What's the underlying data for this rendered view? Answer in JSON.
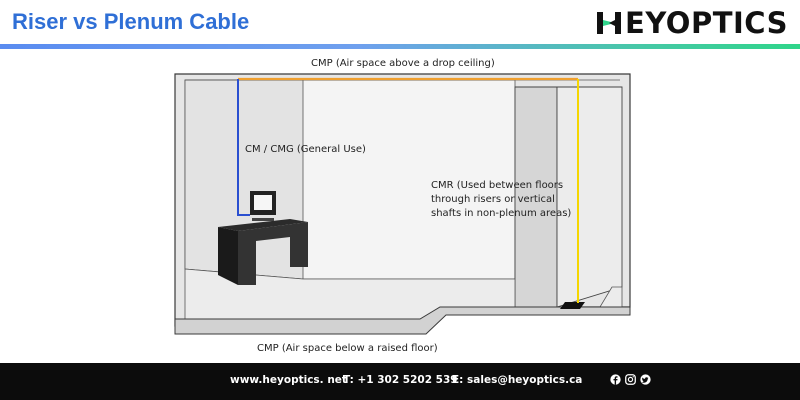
{
  "header": {
    "title": "Riser vs Plenum Cable",
    "logo_text": "EYOPTICS",
    "logo_alt": "HEYOPTICS"
  },
  "diagram": {
    "label_top": "CMP (Air space above a drop ceiling)",
    "label_cm": "CM / CMG (General Use)",
    "label_cmr": [
      "CMR (Used between floors",
      "through risers or vertical",
      "shafts in non-plenum areas)"
    ],
    "label_bottom": "CMP (Air space below a raised floor)",
    "colors": {
      "cmp_cable": "#f0a030",
      "cm_cable": "#2a4fd0",
      "cmr_cable": "#f5d600"
    }
  },
  "footer": {
    "website": "www.heyoptics. net",
    "phone": "T: +1 302 5202 539",
    "email": "E: sales@heyoptics.ca",
    "social_icons": [
      "facebook-icon",
      "instagram-icon",
      "twitter-icon"
    ]
  }
}
